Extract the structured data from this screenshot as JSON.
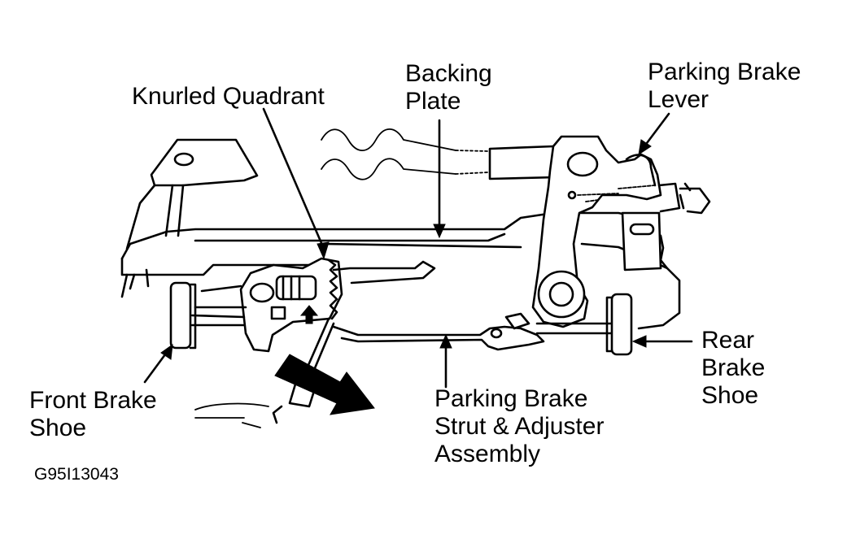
{
  "labels": {
    "knurled_quadrant": "Knurled Quadrant",
    "backing_plate_line1": "Backing",
    "backing_plate_line2": "Plate",
    "parking_brake_lever_line1": "Parking Brake",
    "parking_brake_lever_line2": "Lever",
    "front_brake_shoe_line1": "Front Brake",
    "front_brake_shoe_line2": "Shoe",
    "rear_brake_shoe_line1": "Rear",
    "rear_brake_shoe_line2": "Brake",
    "rear_brake_shoe_line3": "Shoe",
    "strut_line1": "Parking Brake",
    "strut_line2": "Strut & Adjuster",
    "strut_line3": "Assembly"
  },
  "figure_code": "G95I13043"
}
